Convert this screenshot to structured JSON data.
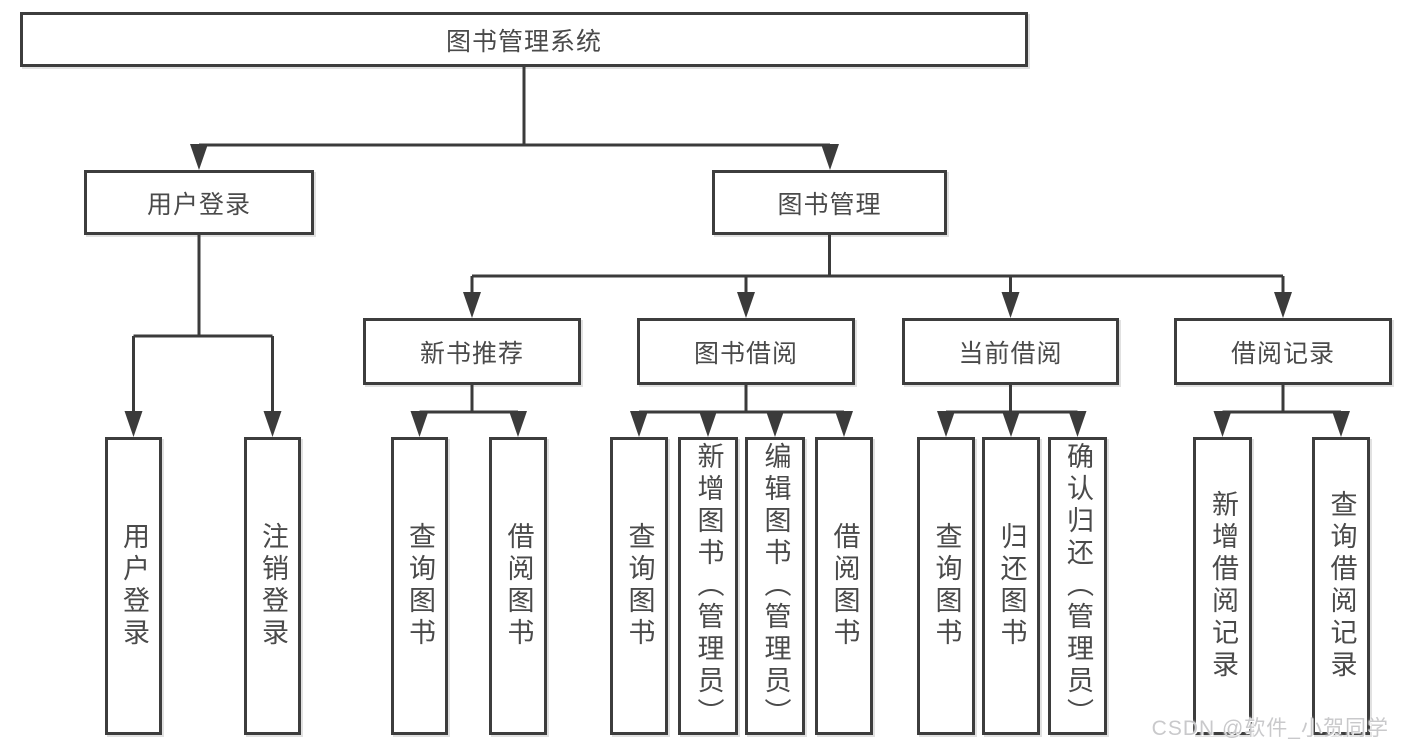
{
  "tree": {
    "root": {
      "label": "图书管理系统"
    },
    "branches": [
      {
        "label": "用户登录",
        "children": [
          {
            "label": "用户登录"
          },
          {
            "label": "注销登录"
          }
        ]
      },
      {
        "label": "图书管理",
        "children": [
          {
            "label": "新书推荐",
            "children": [
              {
                "label": "查询图书"
              },
              {
                "label": "借阅图书"
              }
            ]
          },
          {
            "label": "图书借阅",
            "children": [
              {
                "label": "查询图书"
              },
              {
                "label": "新增图书（管理员）"
              },
              {
                "label": "编辑图书（管理员）"
              },
              {
                "label": "借阅图书"
              }
            ]
          },
          {
            "label": "当前借阅",
            "children": [
              {
                "label": "查询图书"
              },
              {
                "label": "归还图书"
              },
              {
                "label": "确认归还（管理员）"
              }
            ]
          },
          {
            "label": "借阅记录",
            "children": [
              {
                "label": "新增借阅记录"
              },
              {
                "label": "查询借阅记录"
              }
            ]
          }
        ]
      }
    ]
  },
  "watermark": {
    "text": "CSDN @软件_小贺同学"
  },
  "colors": {
    "line": "#3b3b3b",
    "text": "#4a4a4a",
    "watermark": "#c9c9cb"
  }
}
